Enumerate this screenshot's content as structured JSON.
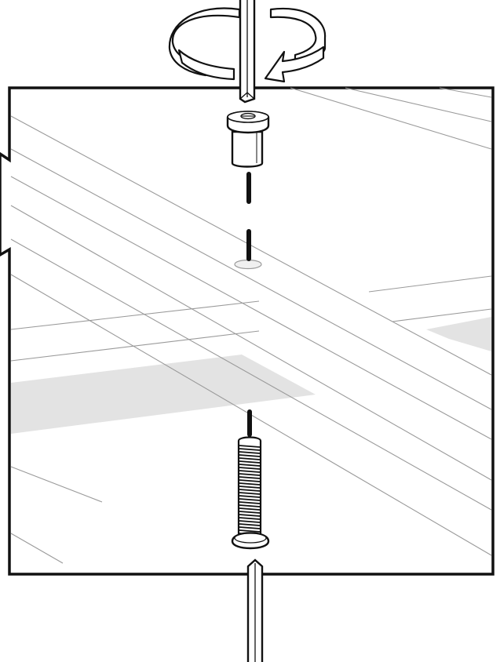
{
  "illustration": {
    "kind": "assembly-instruction",
    "text": [],
    "parts": [
      "screwdriver-top",
      "rotation-arrow",
      "barrel-nut",
      "bolt",
      "screwdriver-bottom",
      "bed-frame-panel"
    ],
    "step_action": "rotate-clockwise",
    "colors": {
      "line": "#111111",
      "fill": "#ffffff",
      "shade": "#e3e3e3",
      "thin": "#9a9a9a"
    }
  }
}
